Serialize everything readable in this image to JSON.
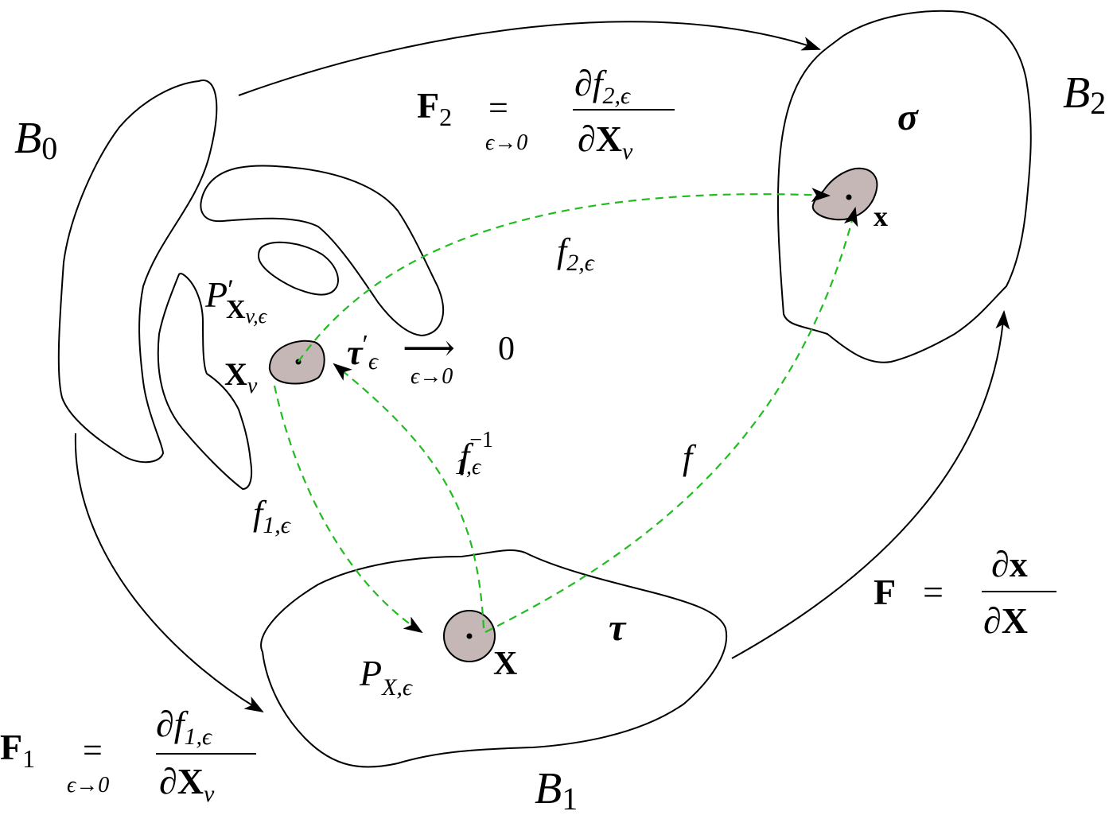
{
  "bodies": {
    "b0": {
      "script": "B",
      "sub": "0"
    },
    "b1": {
      "script": "B",
      "sub": "1"
    },
    "b2": {
      "script": "B",
      "sub": "2"
    }
  },
  "stresses": {
    "tau": "τ",
    "sigma": "σ",
    "tau_prime": "τ",
    "tau_prime_mark": "′",
    "tau_prime_sub": "ϵ"
  },
  "points": {
    "X": "X",
    "x": "x",
    "Xv": "X",
    "Xv_sub": "v"
  },
  "patches": {
    "P_main": "P",
    "P_main_sub": "X,ϵ",
    "P_prime": "P",
    "P_prime_mark": "′",
    "P_prime_sub_X": "X",
    "P_prime_sub_rest": "v,ϵ"
  },
  "maps": {
    "f": "f",
    "f1": "f",
    "f1_sub": "1,ϵ",
    "f1inv": "f",
    "f1inv_sup": "−1",
    "f1inv_sub": "1,ϵ",
    "f2": "f",
    "f2_sub": "2,ϵ"
  },
  "equations": {
    "F1_lhs": "F",
    "F1_lhs_sub": "1",
    "F2_lhs": "F",
    "F2_lhs_sub": "2",
    "eq_sign": "=",
    "limit_label": "ϵ→0",
    "F1_num": "∂f",
    "F1_num_sub": "1,ϵ",
    "F2_num": "∂f",
    "F2_num_sub": "2,ϵ",
    "den_partial": "∂X",
    "den_sub": "v",
    "F_lhs": "F",
    "F_eq": "=",
    "F_num": "∂x",
    "F_den": "∂X",
    "tau_limit_arrow": "⟶",
    "tau_limit_value": "0"
  },
  "colors": {
    "outline": "#000000",
    "patch_fill": "#c4b7b5",
    "dashed_map": "#22bb22"
  }
}
